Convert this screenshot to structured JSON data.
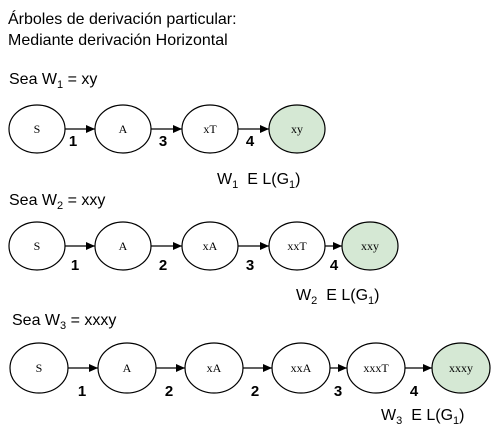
{
  "title": {
    "line1": "Árboles de derivación particular:",
    "line2": "Mediante derivación Horizontal"
  },
  "colors": {
    "final_node_fill": "#d5e8d4",
    "node_fill": "#ffffff",
    "stroke": "#000000"
  },
  "derivations": [
    {
      "header": {
        "prefix": "Sea W",
        "sub": "1",
        "suffix": " = xy"
      },
      "nodes": [
        "S",
        "A",
        "xT",
        "xy"
      ],
      "steps": [
        "1",
        "3",
        "4"
      ],
      "membership": {
        "w": "W",
        "w_sub": "1",
        "rel": "E L(G",
        "g_sub": "1",
        "close": ")"
      }
    },
    {
      "header": {
        "prefix": "Sea W",
        "sub": "2",
        "suffix": " = xxy"
      },
      "nodes": [
        "S",
        "A",
        "xA",
        "xxT",
        "xxy"
      ],
      "steps": [
        "1",
        "2",
        "3",
        "4"
      ],
      "membership": {
        "w": "W",
        "w_sub": "2",
        "rel": "E L(G",
        "g_sub": "1",
        "close": ")"
      }
    },
    {
      "header": {
        "prefix": "Sea W",
        "sub": "3",
        "suffix": " = xxxy"
      },
      "nodes": [
        "S",
        "A",
        "xA",
        "xxA",
        "xxxT",
        "xxxy"
      ],
      "steps": [
        "1",
        "2",
        "2",
        "3",
        "4"
      ],
      "membership": {
        "w": "W",
        "w_sub": "3",
        "rel": "E L(G",
        "g_sub": "1",
        "close": ")"
      }
    }
  ]
}
